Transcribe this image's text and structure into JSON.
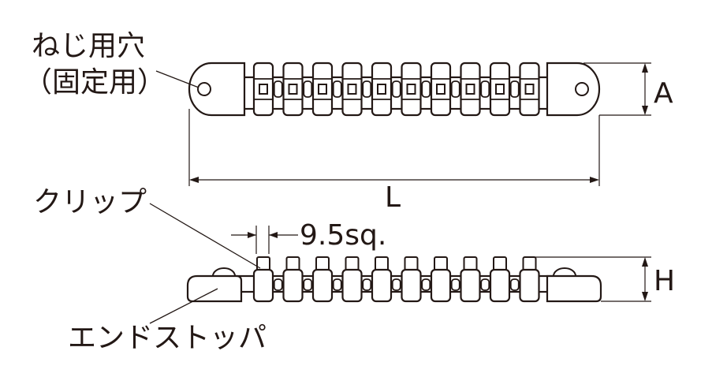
{
  "labels": {
    "screw_hole": "ねじ用穴",
    "screw_hole_note": "（固定用）",
    "clip": "クリップ",
    "end_stopper": "エンドストッパ",
    "drive_size": "9.5sq.",
    "dim_A": "A",
    "dim_L": "L",
    "dim_H": "H"
  },
  "colors": {
    "ink": "#231815",
    "background": "#ffffff"
  }
}
